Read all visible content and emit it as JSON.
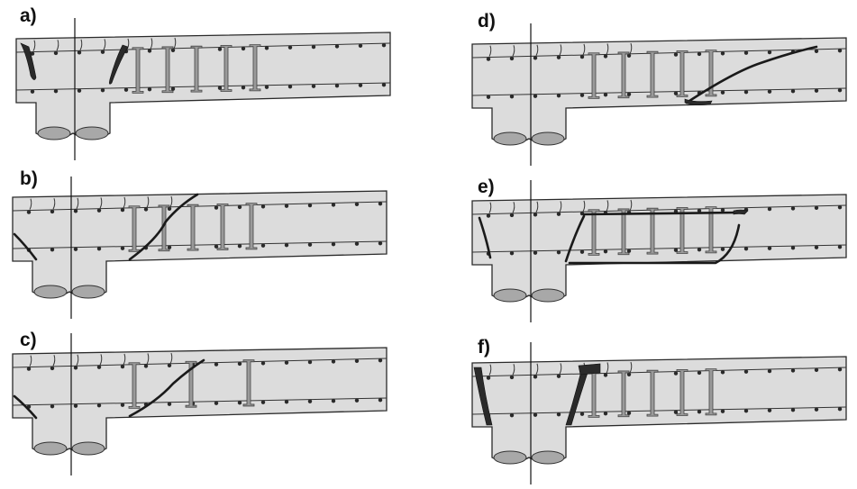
{
  "panels": [
    {
      "label": "a)",
      "failure": "flexural cracking at column faces"
    },
    {
      "label": "b)",
      "failure": "diagonal shear crack through stirrup zone"
    },
    {
      "label": "c)",
      "failure": "diagonal shear crack beyond stirrup zone"
    },
    {
      "label": "d)",
      "failure": "diagonal shear crack at end of stirrup zone"
    },
    {
      "label": "e)",
      "failure": "crack around stirrup zone"
    },
    {
      "label": "f)",
      "failure": "punching cone around column"
    }
  ],
  "colors": {
    "concrete": "#dcdcdc",
    "crack": "#2a2a2a",
    "stirrup": "#9a9a9a"
  }
}
